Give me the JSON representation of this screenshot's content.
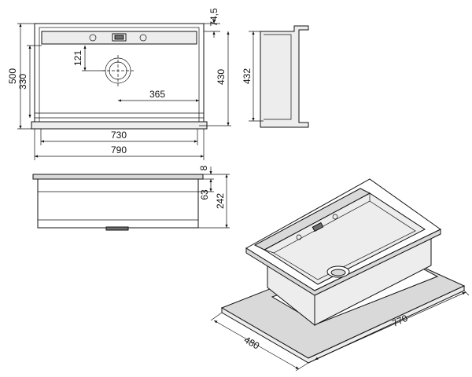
{
  "top_view": {
    "dim_overall_height": "500",
    "dim_bowl_height": "330",
    "dim_121": "121",
    "dim_365": "365",
    "dim_74_5": "74,5",
    "dim_430": "430",
    "dim_730": "730",
    "dim_790": "790"
  },
  "side_view": {
    "dim_432": "432"
  },
  "front_view": {
    "dim_8": "8",
    "dim_63": "63",
    "dim_242": "242"
  },
  "iso_view": {
    "dim_480": "480",
    "dim_770": "770"
  }
}
